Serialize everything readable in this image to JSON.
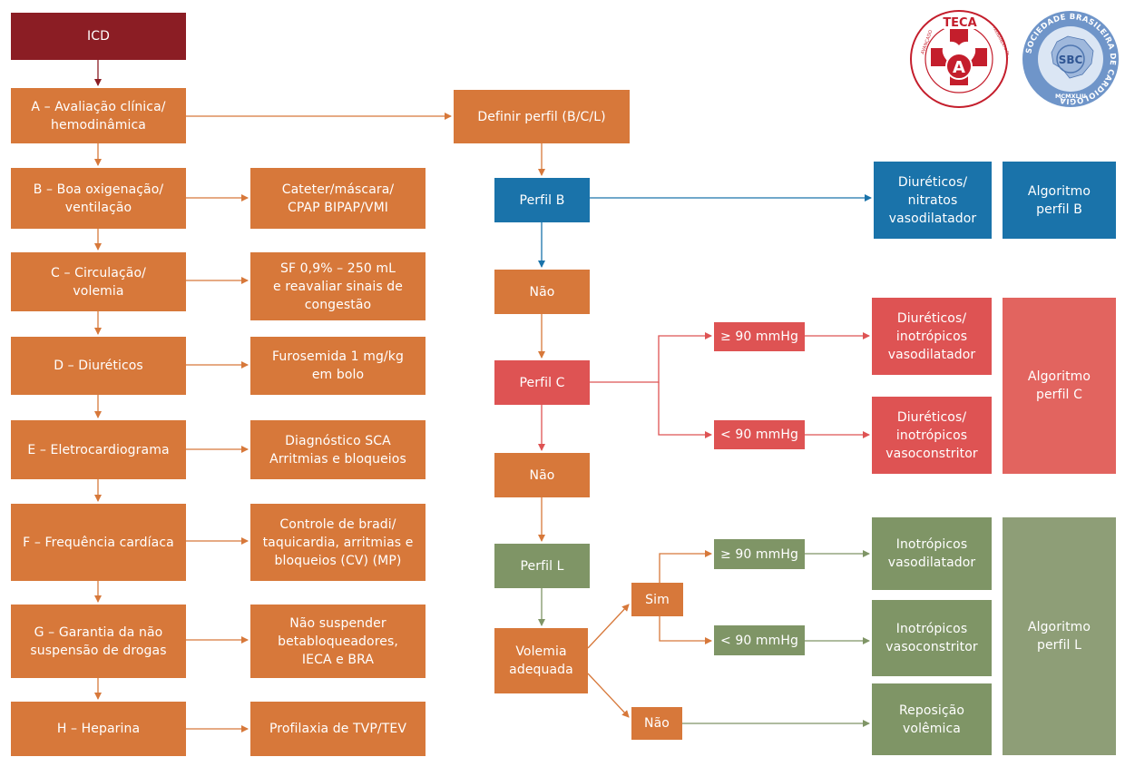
{
  "colors": {
    "orange": "#d7783a",
    "dark_red": "#8b1d24",
    "blue": "#1a73aa",
    "red": "#de5353",
    "green": "#7f9566",
    "arrow_orange": "#d7783a",
    "arrow_blue": "#1a73aa",
    "arrow_red": "#de5353",
    "arrow_green": "#7f9566"
  },
  "steps": {
    "icd": "ICD",
    "a": "A – Avaliação clínica/\nhemodinâmica",
    "b": "B – Boa oxigenação/\nventilação",
    "c": "C – Circulação/\nvolemia",
    "d": "D – Diuréticos",
    "e": "E – Eletrocardiograma",
    "f": "F – Frequência cardíaca",
    "g": "G – Garantia da não\nsuspensão de drogas",
    "h": "H – Heparina"
  },
  "actions": {
    "b": "Cateter/máscara/\nCPAP BIPAP/VMI",
    "c": "SF 0,9% – 250 mL\ne reavaliar sinais de\ncongestão",
    "d": "Furosemida 1 mg/kg\nem bolo",
    "e": "Diagnóstico SCA\nArritmias e bloqueios",
    "f": "Controle de bradi/\ntaquicardia, arritmias e\nbloqueios (CV) (MP)",
    "g": "Não suspender\nbetabloqueadores,\nIECA e BRA",
    "h": "Profilaxia de TVP/TEV"
  },
  "profile": {
    "define": "Definir perfil (B/C/L)",
    "b": "Perfil B",
    "no1": "Não",
    "c": "Perfil C",
    "no2": "Não",
    "l": "Perfil L",
    "volemia": "Volemia\nadequada",
    "sim": "Sim",
    "no3": "Não"
  },
  "pressure": {
    "c_high": "≥ 90 mmHg",
    "c_low": "< 90 mmHg",
    "l_high": "≥ 90 mmHg",
    "l_low": "< 90 mmHg"
  },
  "treatments": {
    "b": "Diuréticos/\nnitratos\nvasodilatador",
    "c_high": "Diuréticos/\ninotrópicos\nvasodilatador",
    "c_low": "Diuréticos/\ninotrópicos\nvasoconstritor",
    "l_high": "Inotrópicos\nvasodilatador",
    "l_low": "Inotrópicos\nvasoconstritor",
    "l_no": "Reposição\nvolêmica"
  },
  "algorithms": {
    "b": "Algoritmo\nperfil B",
    "c": "Algoritmo\nperfil C",
    "l": "Algoritmo\nperfil L"
  },
  "logos": {
    "teca_name": "TECA",
    "teca_letter": "A",
    "teca_ring_left": "AVANÇADO",
    "teca_ring_right": "TREINAMENTO DE EMERGÊNCIAS CARDIOVASCULARES",
    "sbc_ring": "SOCIEDADE BRASILEIRA DE CARDIOLOGIA",
    "sbc_letters": "SBC",
    "sbc_year": "MCMXLIII"
  }
}
